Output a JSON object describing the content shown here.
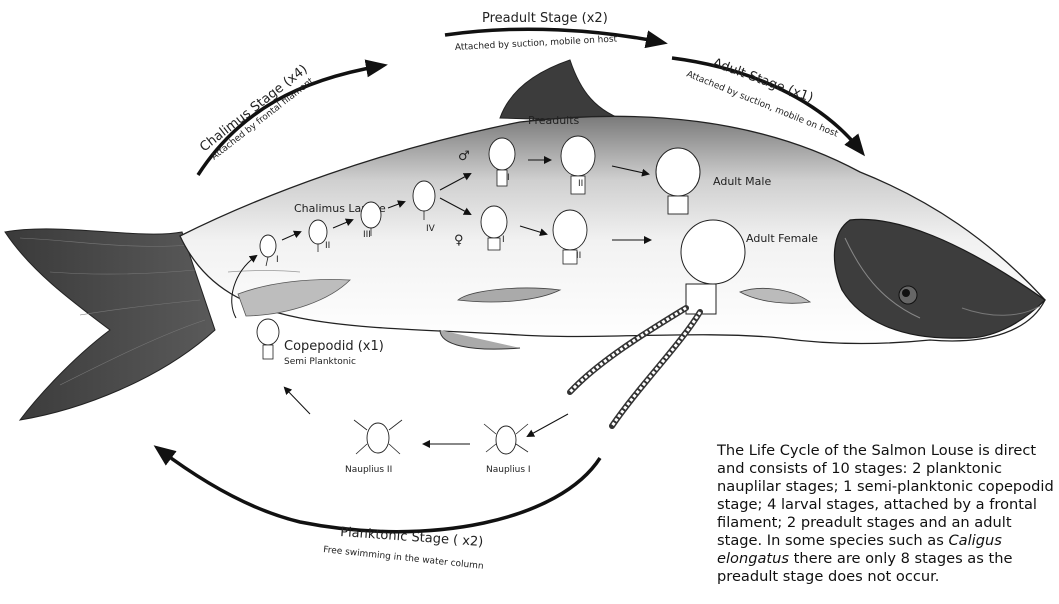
{
  "stages": {
    "chalimus": {
      "title": "Chalimus Stage (x4)",
      "note": "Attached by frontal filament"
    },
    "preadult": {
      "title": "Preadult Stage (x2)",
      "note": "Attached by suction, mobile on host"
    },
    "adult": {
      "title": "Adult Stage (x1)",
      "note": "Attached by suction, mobile on host"
    },
    "planktonic": {
      "title": "Planktonic Stage ( x2)",
      "note": "Free swimming in the water column"
    }
  },
  "labels": {
    "chalimus_larvae": "Chalimus Larvae",
    "preadults": "Preadults",
    "adult_male": "Adult Male",
    "adult_female": "Adult Female",
    "copepodid": "Copepodid (x1)",
    "semi_planktonic": "Semi Planktonic",
    "nauplius_1": "Nauplius I",
    "nauplius_2": "Nauplius II",
    "male_symbol": "♂",
    "female_symbol": "♀",
    "roman": {
      "i": "I",
      "ii": "II",
      "iii": "III",
      "iv": "IV"
    }
  },
  "description": {
    "part1": "The Life Cycle of the Salmon Louse is direct and consists of 10 stages: 2 planktonic nauplilar stages; 1 semi-planktonic copepodid stage; 4 larval stages, attached by a frontal filament; 2 preadult stages and an adult stage.  In some species such as ",
    "species": "Caligus elongatus",
    "part2": " there are only 8 stages as the preadult stage does not occur."
  }
}
